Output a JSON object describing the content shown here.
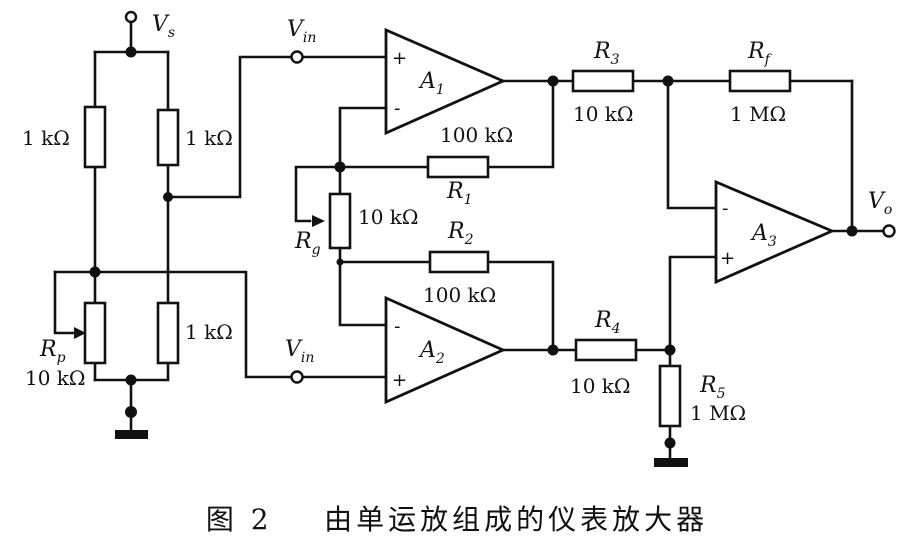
{
  "caption": {
    "figure": "图 2",
    "title": "由单运放组成的仪表放大器"
  },
  "bridge": {
    "supply": "V",
    "supply_sub": "s",
    "r_top_left": "1 kΩ",
    "r_top_right": "1 kΩ",
    "r_bottom_right": "1 kΩ",
    "pot_name": "R",
    "pot_sub": "p",
    "pot_value": "10 kΩ"
  },
  "inputs": {
    "vin_top": "V",
    "vin_top_sub": "in",
    "vin_bottom": "V",
    "vin_bottom_sub": "in"
  },
  "amps": {
    "a1": "A",
    "a1_sub": "1",
    "a2": "A",
    "a2_sub": "2",
    "a3": "A",
    "a3_sub": "3",
    "plus": "+",
    "minus": "-"
  },
  "resistors": {
    "r1_name": "R",
    "r1_sub": "1",
    "r1_value": "100 kΩ",
    "r2_name": "R",
    "r2_sub": "2",
    "r2_value": "100 kΩ",
    "rg_name": "R",
    "rg_sub": "g",
    "rg_value": "10 kΩ",
    "r3_name": "R",
    "r3_sub": "3",
    "r3_value": "10 kΩ",
    "r4_name": "R",
    "r4_sub": "4",
    "r4_value": "10 kΩ",
    "rf_name": "R",
    "rf_sub": "f",
    "rf_value": "1 MΩ",
    "r5_name": "R",
    "r5_sub": "5",
    "r5_value": "1 MΩ"
  },
  "output": {
    "label": "V",
    "label_sub": "o"
  }
}
